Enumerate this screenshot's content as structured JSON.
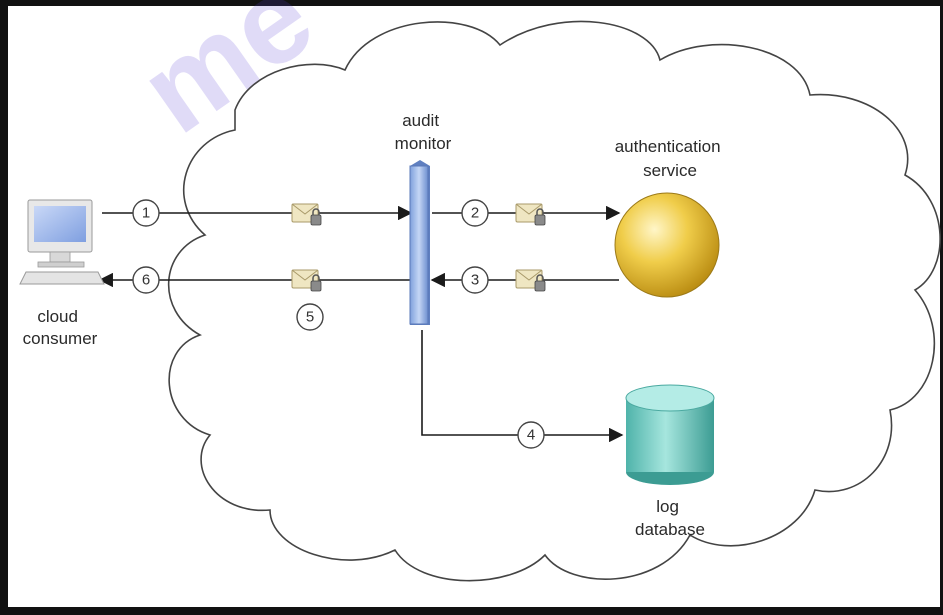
{
  "watermark": "me",
  "nodes": {
    "audit_monitor": [
      "audit",
      "monitor"
    ],
    "authentication_service": [
      "authentication",
      "service"
    ],
    "cloud_consumer": [
      "cloud",
      "consumer"
    ],
    "log_database": [
      "log",
      "database"
    ]
  },
  "steps": [
    "1",
    "2",
    "3",
    "4",
    "5",
    "6"
  ],
  "colors": {
    "monitor_bar": "#9db8e8",
    "sphere": "#e8c23a",
    "database": "#7dd0c8",
    "watermark": "#5a3fd8"
  }
}
